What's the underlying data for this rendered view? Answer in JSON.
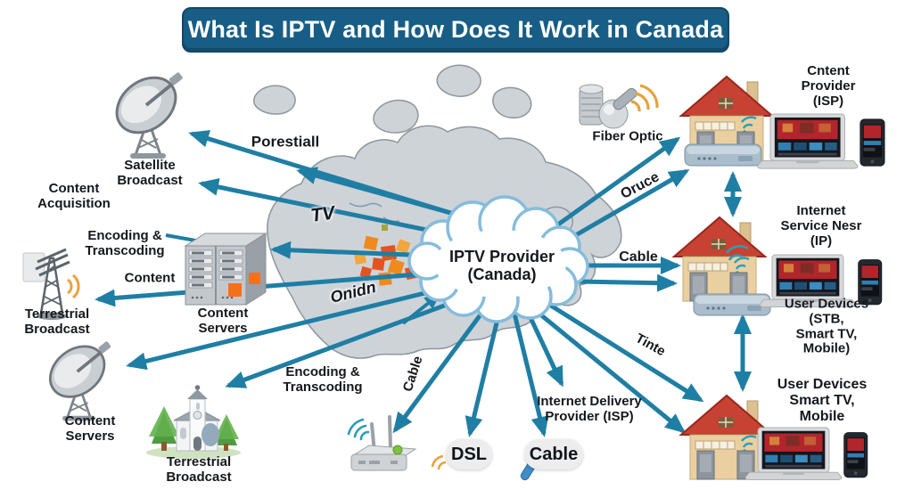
{
  "title": "What Is IPTV and How Does It Work in Canada",
  "cloud": {
    "label": "IPTV Provider\n(Canada)"
  },
  "labels": {
    "porestiall": "Porestiall",
    "tv": "TV",
    "onidn": "Onidn",
    "satellite_broadcast": "Satellite\nBroadcast",
    "content_acquisition": "Content\nAcquisition",
    "encoding_transcoding_left": "Encoding &\nTranscoding",
    "content": "Content",
    "terrestrial_broadcast_left": "Terrestrial\nBroadcast",
    "content_servers_mid": "Content\nServers",
    "fiber_optic": "Fiber Optic",
    "oruce": "Oruce",
    "cable_right": "Cable",
    "tinte": "Tinte",
    "content_provider": "Cntent\nProvider (ISP)",
    "internet_service": "Internet\nService Nesr (IP)",
    "user_devices_stb": "User Devices (STB,\nSmart TV, Mobile)",
    "user_devices_bottom": "User Devices\nSmart TV, Mobile",
    "internet_delivery": "Internet Delivery\nProvider (ISP)",
    "cable_diagonal": "Cable",
    "encoding_transcoding_bottom": "Encoding &\nTranscoding",
    "dsl_pill": "DSL",
    "cable_pill": "Cable",
    "content_servers_bottom": "Content\nServers",
    "terrestrial_broadcast_bottom": "Terrestrial\nBroadcast"
  },
  "colors": {
    "banner_bg": "#175d85",
    "banner_text": "#ffffff",
    "arrow": "#1f7ea4",
    "map_fill": "#ced3d8",
    "map_stroke": "#8e959d",
    "cloud_stroke": "#85bcdc",
    "house_body": "#ead0a0",
    "roof_red": "#c74232",
    "orange_accent": "#f0861c",
    "wifi_teal": "#2a9db8",
    "label_text": "#15181c"
  }
}
